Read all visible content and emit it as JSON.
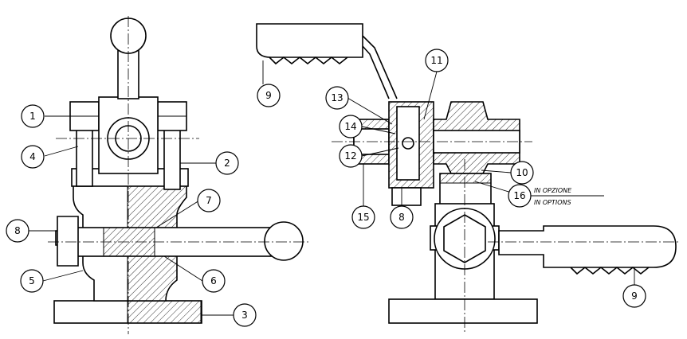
{
  "callouts": {
    "left": [
      "1",
      "4",
      "2",
      "7",
      "8",
      "5",
      "6",
      "3"
    ],
    "right": [
      "9",
      "13",
      "11",
      "14",
      "12",
      "10",
      "15",
      "8",
      "16",
      "9"
    ]
  },
  "options_note": {
    "line1": "IN  OPZIONE",
    "line2": "IN  OPTIONS"
  },
  "colors": {
    "ink": "#000000",
    "paper": "#ffffff"
  }
}
